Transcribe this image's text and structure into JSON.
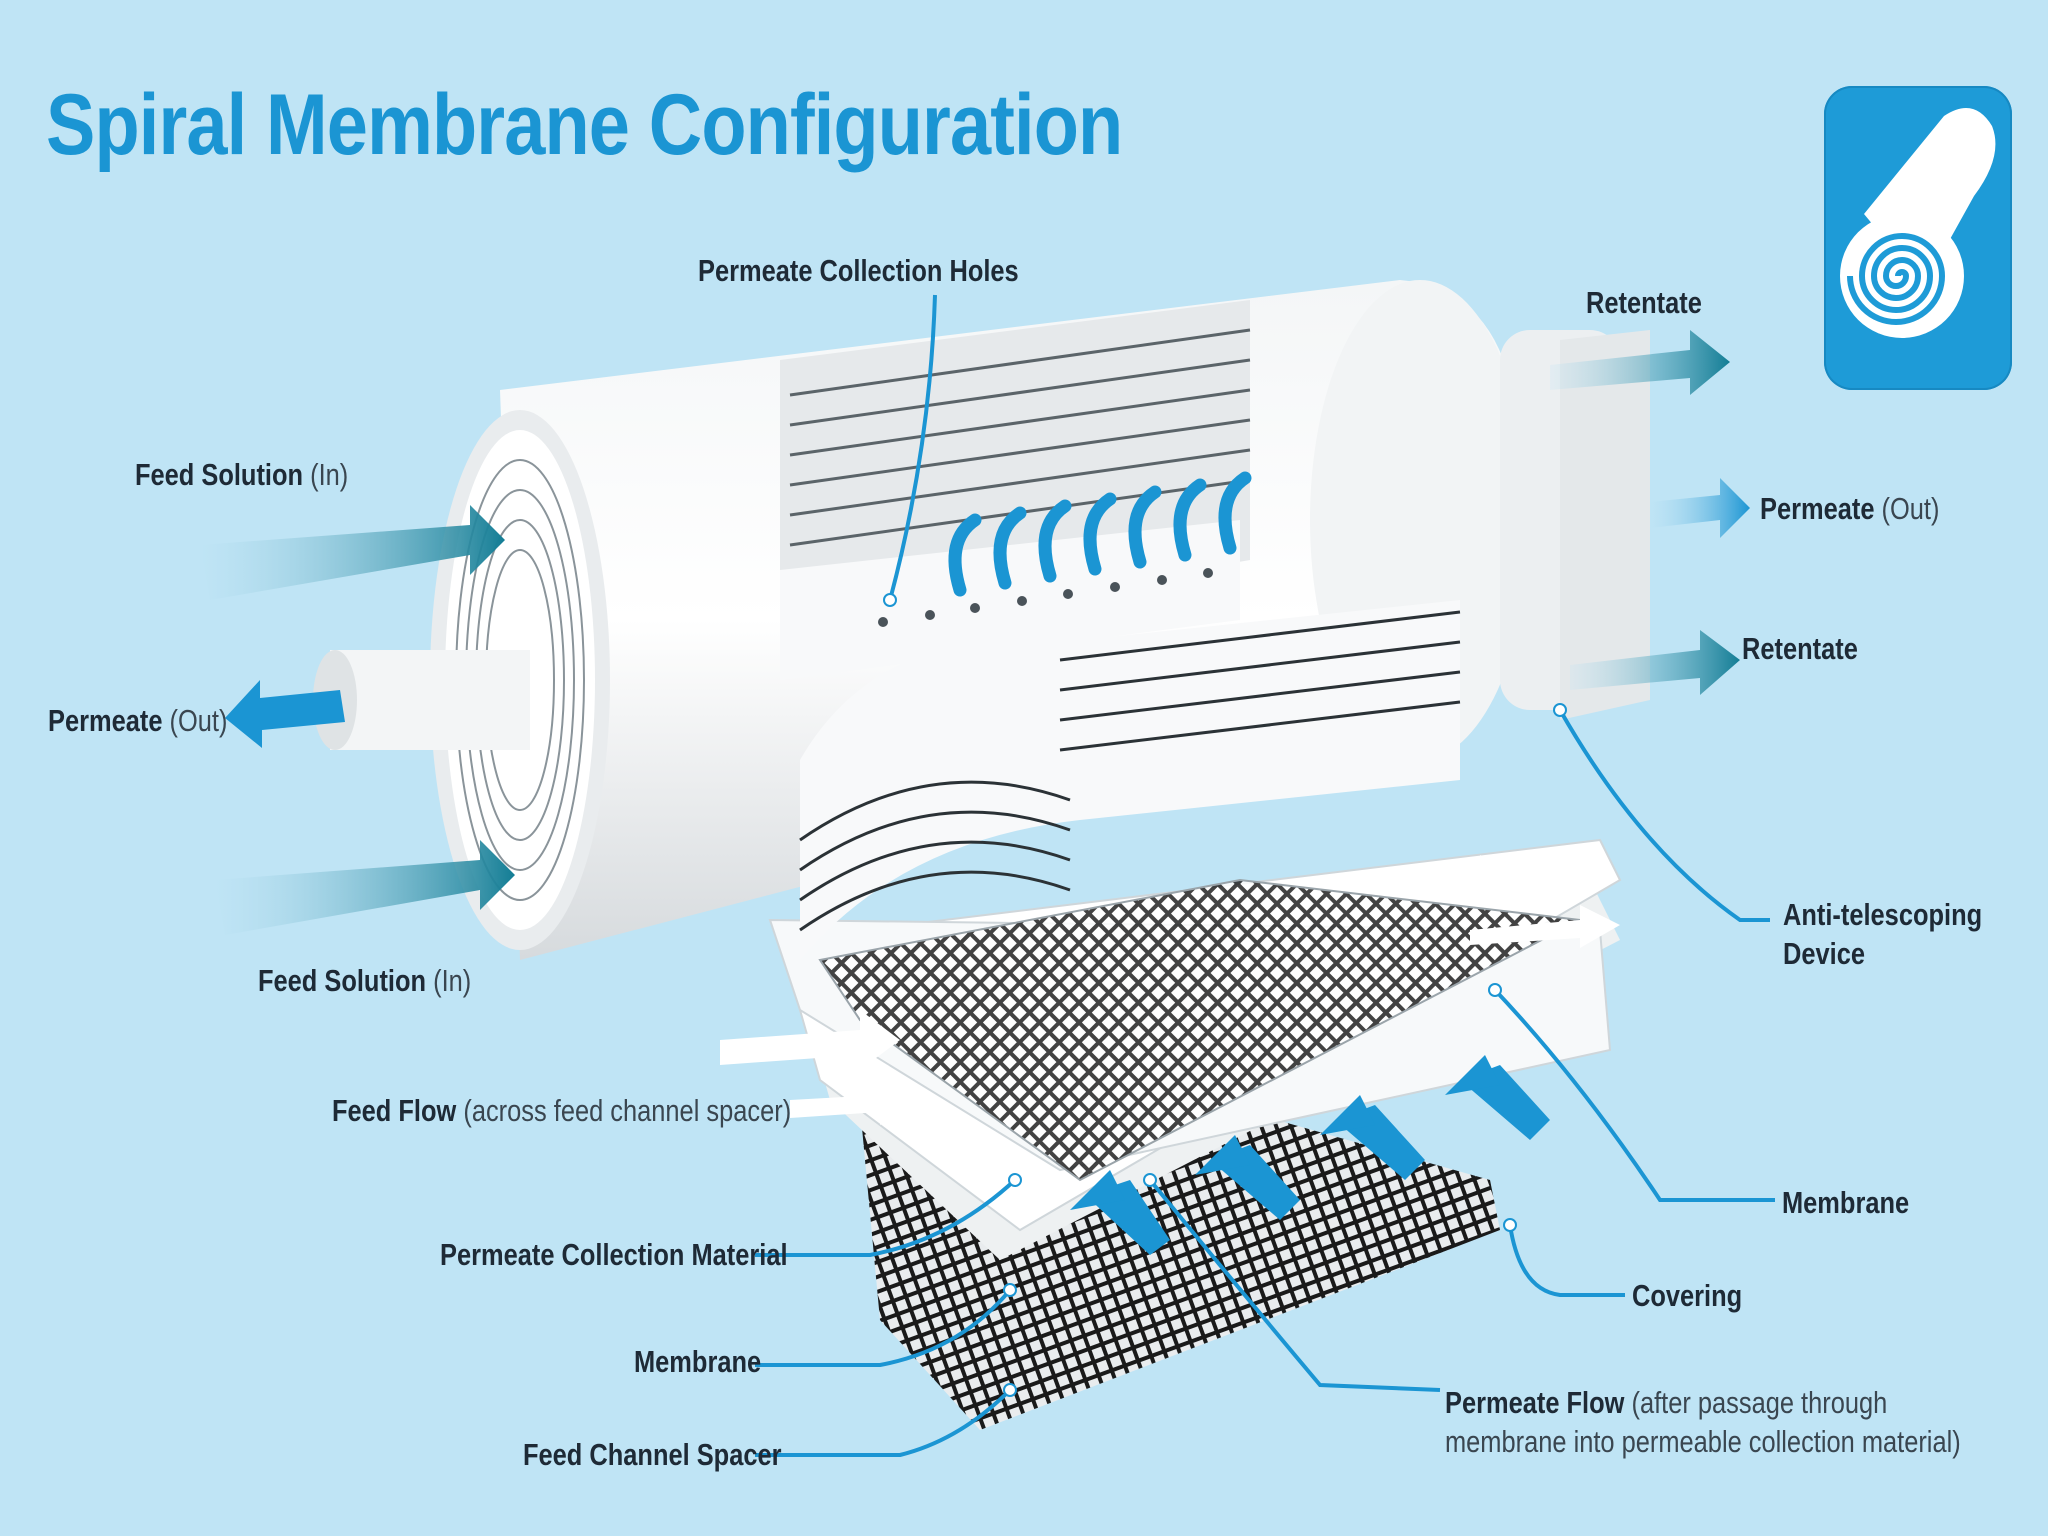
{
  "title": "Spiral Membrane Configuration",
  "icon": "spiral-roll-icon",
  "colors": {
    "background": "#bfe4f5",
    "accent_blue": "#1b95d3",
    "arrow_teal": "#137d95",
    "leader_line": "#1b95d3"
  },
  "labels": {
    "permeate_collection_holes": "Permeate Collection Holes",
    "retentate_top": "Retentate",
    "feed_solution_in_top": {
      "bold": "Feed Solution",
      "normal": "(In)"
    },
    "permeate_out_left": {
      "bold": "Permeate",
      "normal": "(Out)"
    },
    "permeate_out_right": {
      "bold": "Permeate",
      "normal": "(Out)"
    },
    "retentate_right": "Retentate",
    "feed_solution_in_bottom": {
      "bold": "Feed Solution",
      "normal": "(In)"
    },
    "anti_telescoping": {
      "line1": "Anti-telescoping",
      "line2": "Device"
    },
    "feed_flow": {
      "bold": "Feed Flow",
      "normal": "(across feed channel spacer)"
    },
    "membrane_right": "Membrane",
    "permeate_collection_material": "Permeate Collection Material",
    "covering": "Covering",
    "membrane_left": "Membrane",
    "feed_channel_spacer": "Feed Channel Spacer",
    "permeate_flow": {
      "bold": "Permeate Flow",
      "normal1": "(after passage through",
      "normal2": "membrane into permeable collection material)"
    }
  }
}
